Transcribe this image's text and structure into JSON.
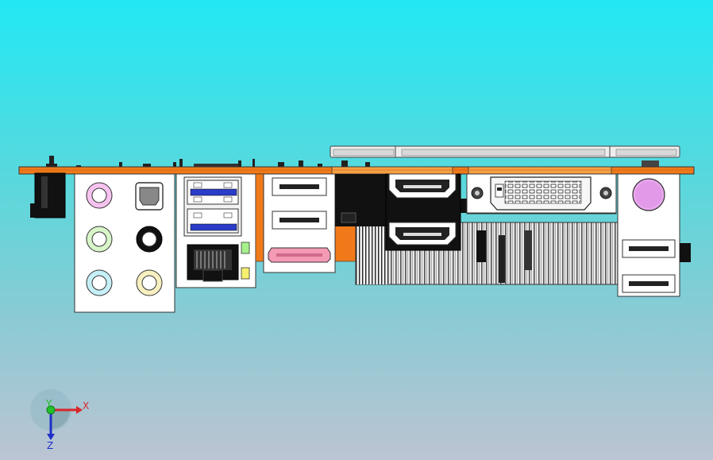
{
  "triad": {
    "x_label": "X",
    "y_label": "Y",
    "z_label": "Z"
  }
}
